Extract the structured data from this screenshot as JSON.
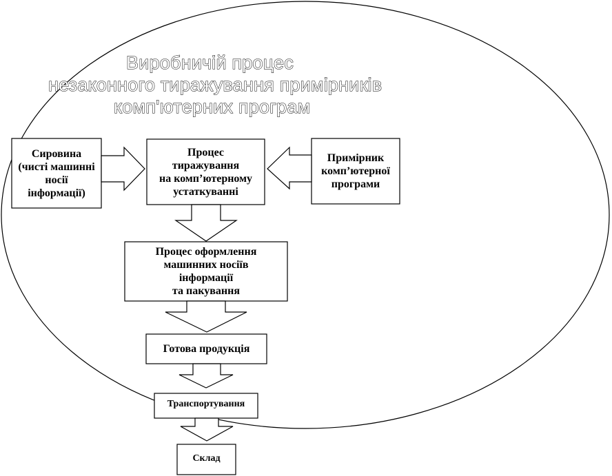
{
  "title": {
    "line1": "Виробничій процес",
    "line2": "незаконного тиражування примірників",
    "line3": "комп'ютерних програм"
  },
  "boxes": {
    "raw": {
      "line1": "Сировина",
      "line2": "(чисті машинні",
      "line3": "носії",
      "line4": "інформації)"
    },
    "replication": {
      "line1": "Процес",
      "line2": "тиражування",
      "line3": "на комп’ютерному",
      "line4": "устаткуванні"
    },
    "copy": {
      "line1": "Примірник",
      "line2": "комп’ютерної",
      "line3": "програми"
    },
    "packaging": {
      "line1": "Процес оформлення",
      "line2": "машинних носіїв",
      "line3": "інформації",
      "line4": "та пакування"
    },
    "finished": {
      "label": "Готова продукція"
    },
    "transport": {
      "label": "Транспортування"
    },
    "warehouse": {
      "label": "Склад"
    }
  }
}
